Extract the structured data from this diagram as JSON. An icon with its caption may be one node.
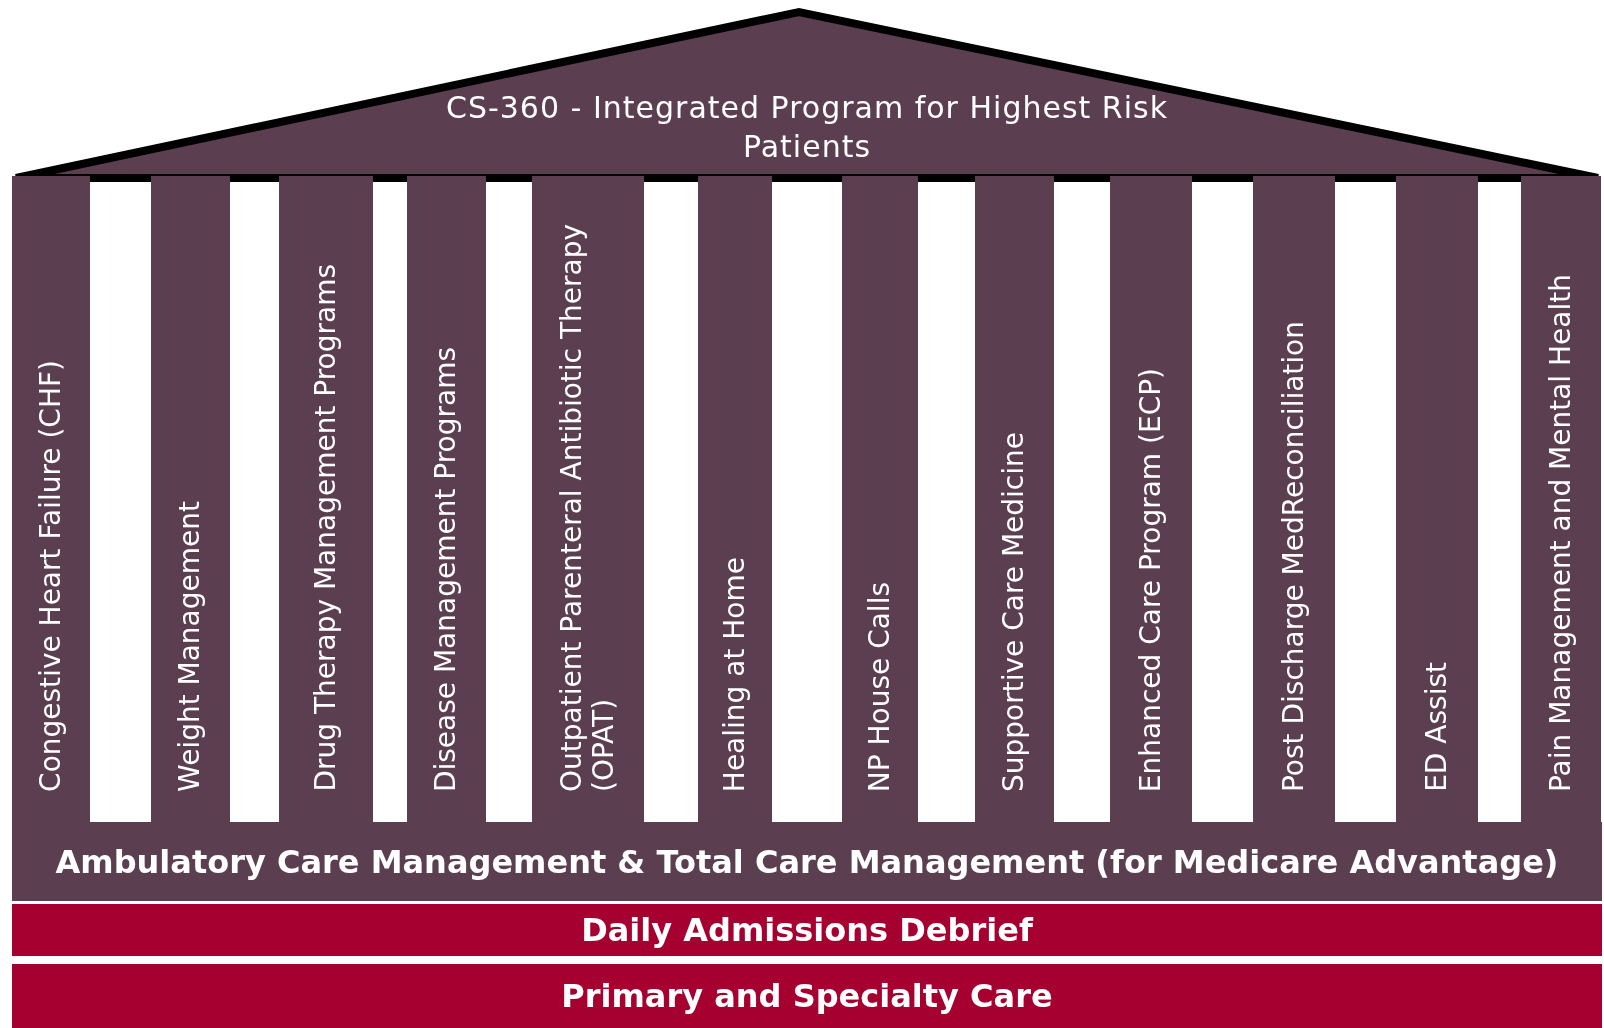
{
  "diagram": {
    "nodes": [
      {
        "text": [
          "CS-360 - Integrated Program for Highest Risk Patients"
        ]
      },
      {
        "text": [
          "Congestive Heart Failure (CHF)"
        ]
      },
      {
        "text": [
          "Weight Management"
        ]
      },
      {
        "text": [
          "Drug Therapy Management Programs"
        ]
      },
      {
        "text": [
          "Disease Management Programs"
        ]
      },
      {
        "text": [
          "Outpatient Parenteral Antibiotic Therapy (OPAT)"
        ]
      },
      {
        "text": [
          "Healing at Home"
        ]
      },
      {
        "text": [
          "NP House Calls"
        ]
      },
      {
        "text": [
          "Supportive Care Medicine"
        ]
      },
      {
        "text": [
          "Enhanced Care Program (ECP)"
        ]
      },
      {
        "text": [
          "Post Discharge MedReconciliation"
        ]
      },
      {
        "text": [
          "ED Assist"
        ]
      },
      {
        "text": [
          "Pain Management and Mental Health"
        ]
      },
      {
        "text": [
          "Ambulatory Care Management & Total Care Management (for Medicare Advantage)"
        ]
      },
      {
        "text": [
          "Daily Admissions Debrief"
        ]
      },
      {
        "text": [
          "Primary and Specialty Care"
        ]
      }
    ]
  }
}
